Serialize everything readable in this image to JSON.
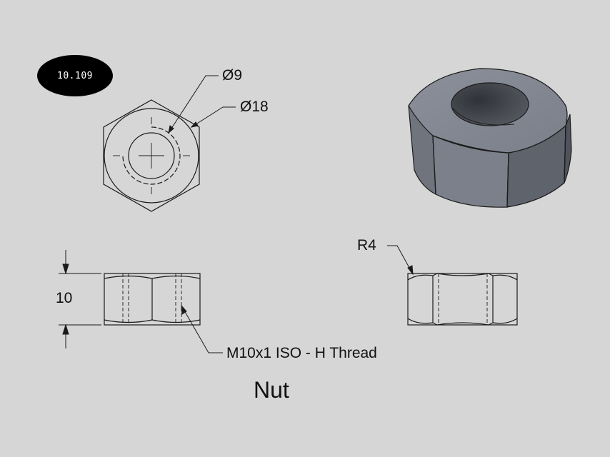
{
  "badge": {
    "text": "10.109"
  },
  "annotations": {
    "hole_diameter": "Ø9",
    "outer_diameter": "Ø18",
    "radius": "R4",
    "height": "10",
    "thread": "M10x1 ISO - H Thread"
  },
  "title": "Nut",
  "colors": {
    "background": "#d6d6d6",
    "line": "#1a1a1a",
    "badge": "#000000",
    "nut_face": "#8a8f99",
    "nut_side_light": "#7d828c",
    "nut_side_dark": "#5c6068",
    "nut_hole": "#3e4148"
  }
}
